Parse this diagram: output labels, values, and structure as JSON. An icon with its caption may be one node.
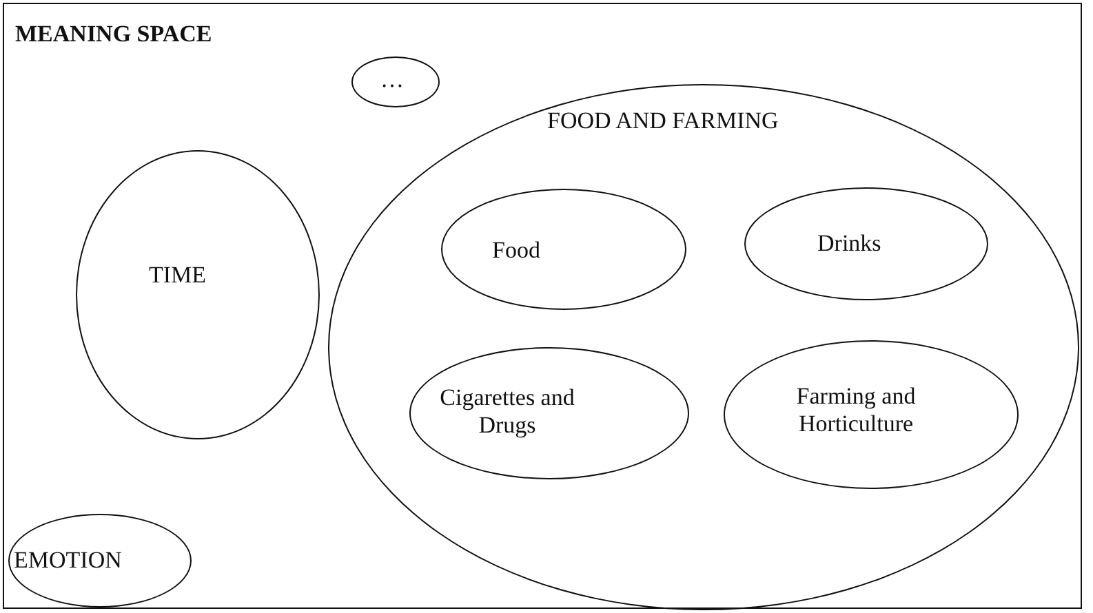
{
  "diagram": {
    "nodes": [
      {
        "text": [
          "MEANING SPACE"
        ]
      },
      {
        "text": [
          "…"
        ],
        "in": 0
      },
      {
        "text": [
          "TIME"
        ],
        "in": 0
      },
      {
        "text": [
          "FOOD AND FARMING"
        ],
        "in": 0
      },
      {
        "text": [
          "Food"
        ],
        "in": 3
      },
      {
        "text": [
          "Drinks"
        ],
        "in": 3
      },
      {
        "text": [
          "Cigarettes and Drugs"
        ],
        "in": 3
      },
      {
        "text": [
          "Farming and Horticulture"
        ],
        "in": 3
      },
      {
        "text": [
          "EMOTION"
        ],
        "in": 0
      }
    ]
  }
}
